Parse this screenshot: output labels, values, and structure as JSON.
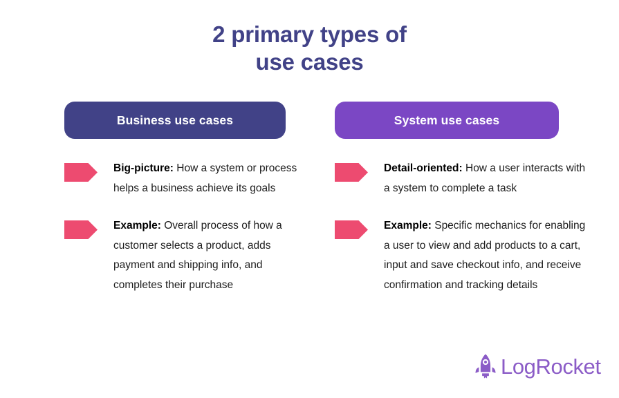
{
  "page": {
    "background_color": "#ffffff",
    "title_line_1": "2 primary types of",
    "title_line_2": "use cases",
    "title_color": "#414287"
  },
  "columns": [
    {
      "header_label": "Business use cases",
      "header_color": "#414287",
      "bullets": [
        {
          "lead": "Big-picture:",
          "body": " How a system or process helps a business achieve its goals",
          "marker_color": "#ED4B70"
        },
        {
          "lead": "Example:",
          "body": " Overall process of how a customer selects a product, adds payment and shipping info, and completes their purchase",
          "marker_color": "#ED4B70"
        }
      ]
    },
    {
      "header_label": "System use cases",
      "header_color": "#7B47C4",
      "bullets": [
        {
          "lead": "Detail-oriented:",
          "body": " How a user interacts with a system to complete a task",
          "marker_color": "#ED4B70"
        },
        {
          "lead": "Example:",
          "body": " Specific mechanics for enabling a user to view and add products to a cart, input and save checkout info, and receive confirmation and tracking details",
          "marker_color": "#ED4B70"
        }
      ]
    }
  ],
  "logo": {
    "wordmark": "LogRocket",
    "color": "#8B5CC7",
    "icon": "rocket-icon"
  }
}
